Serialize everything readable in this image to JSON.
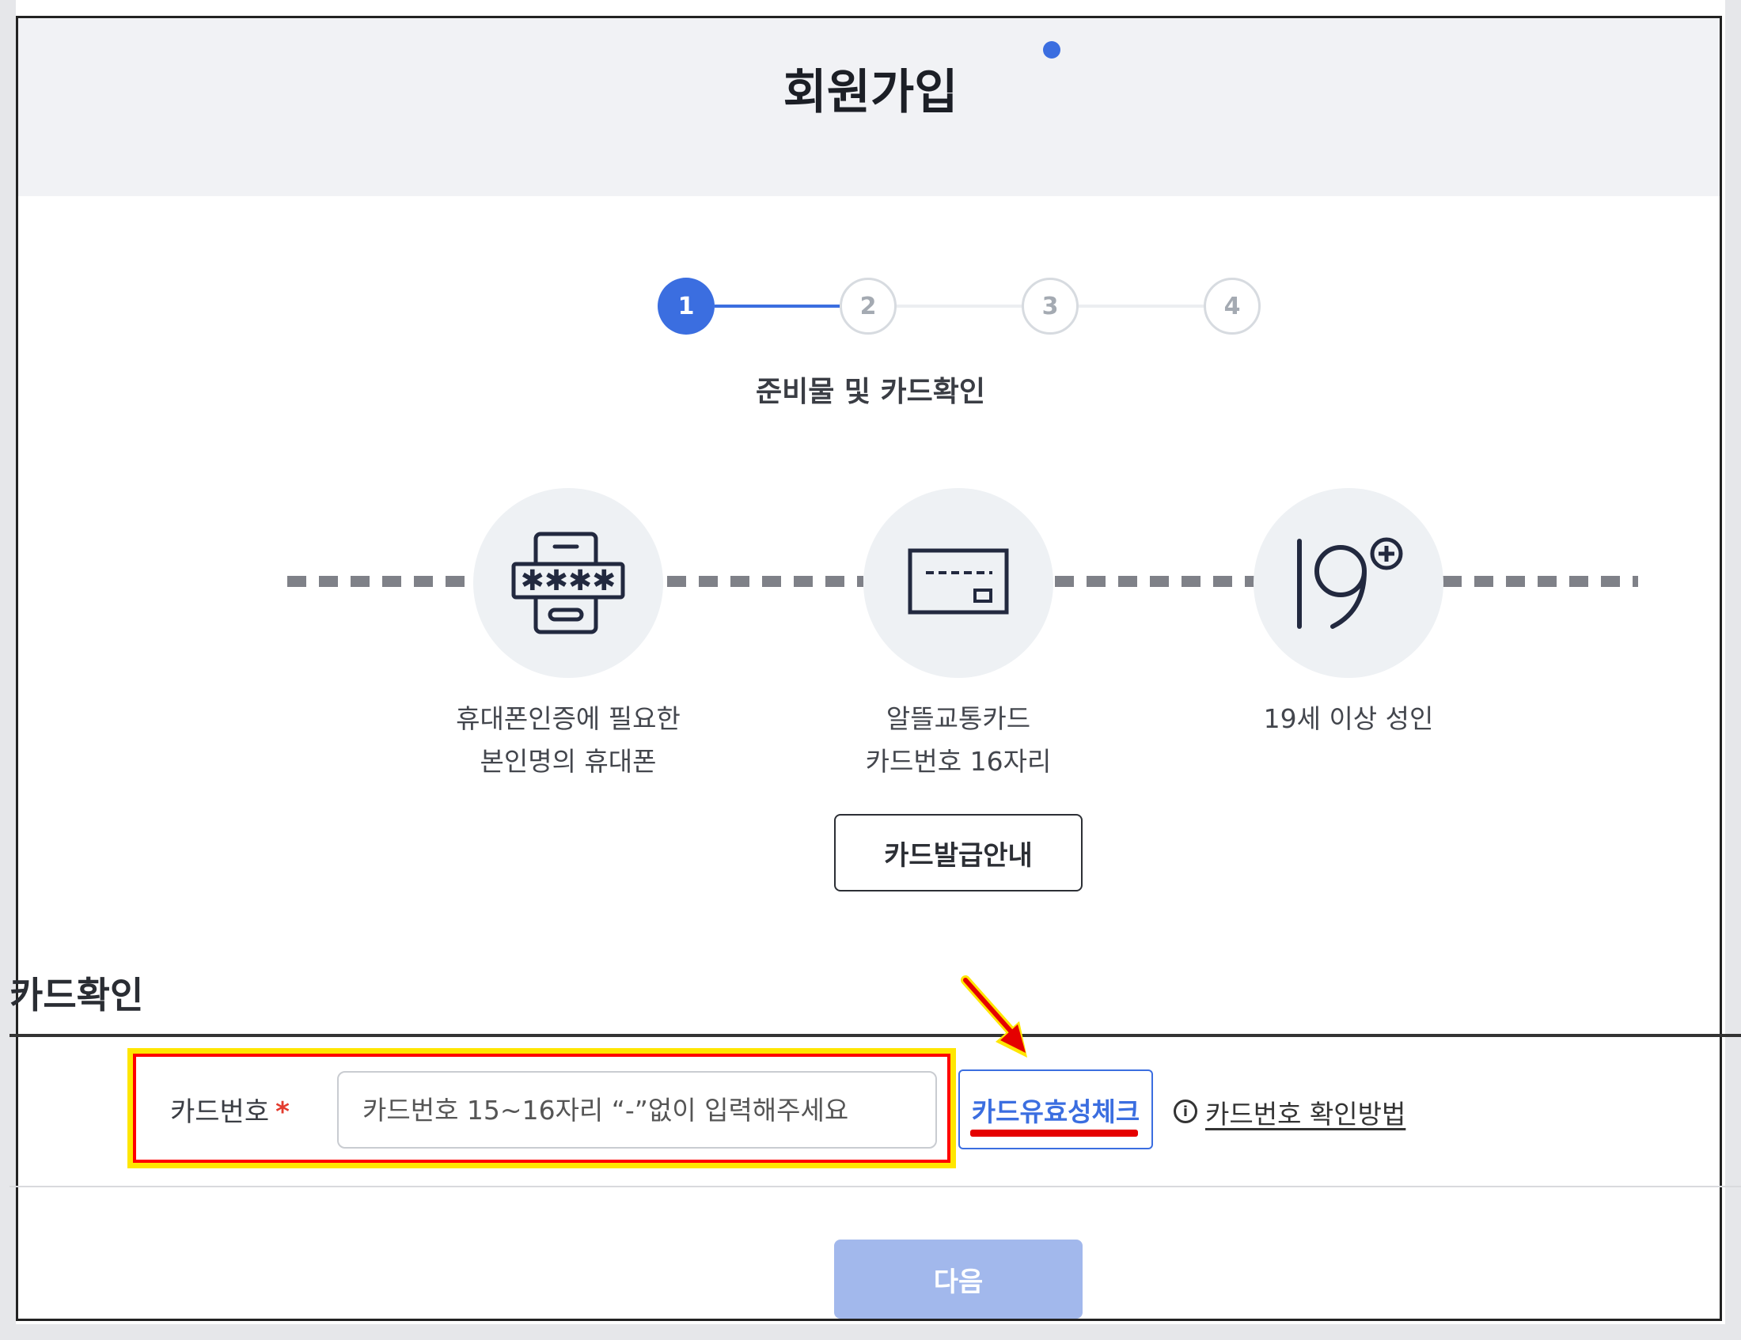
{
  "page": {
    "title": "회원가입"
  },
  "steps": [
    {
      "number": "1",
      "state": "active"
    },
    {
      "number": "2",
      "state": "inactive"
    },
    {
      "number": "3",
      "state": "inactive"
    },
    {
      "number": "4",
      "state": "inactive"
    }
  ],
  "current_step_label": "준비물 및 카드확인",
  "requirements": [
    {
      "icon": "phone-password-icon",
      "line1": "휴대폰인증에 필요한",
      "line2": "본인명의 휴대폰"
    },
    {
      "icon": "credit-card-icon",
      "line1": "알뜰교통카드",
      "line2": "카드번호 16자리"
    },
    {
      "icon": "age-19-plus-icon",
      "line1": "19세 이상 성인",
      "line2": ""
    }
  ],
  "card_guide_button": "카드발급안내",
  "card_section": {
    "title": "카드확인",
    "field_label": "카드번호",
    "required_mark": "*",
    "input_placeholder": "카드번호 15~16자리 “-”없이 입력해주세요",
    "input_value": "",
    "check_button": "카드유효성체크",
    "info_link": "카드번호 확인방법"
  },
  "next_button": "다음",
  "colors": {
    "accent": "#3b6ee0",
    "header_bg": "#f1f2f5",
    "annotation_red": "#ff0000",
    "annotation_yellow": "#ffe600",
    "next_disabled": "#a2b8ec"
  }
}
